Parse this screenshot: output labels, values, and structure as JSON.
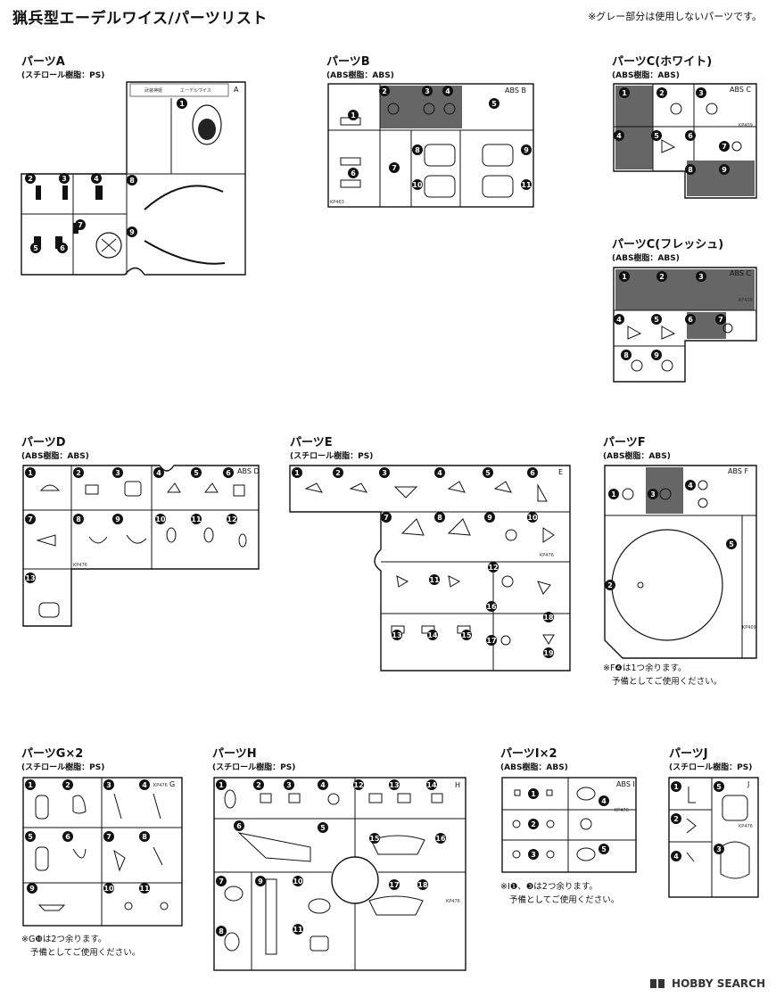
{
  "page": {
    "title": "猟兵型エーデルワイス/パーツリスト",
    "note": "※グレー部分は使用しないパーツです。",
    "footer": "HOBBY SEARCH"
  },
  "sections": [
    {
      "id": "A",
      "title": "パーツA",
      "material": "(スチロール樹脂：PS)",
      "tag": "A",
      "brand": "武装神姫",
      "brand_sub": "エーデルワイス",
      "parts": [
        "1",
        "2",
        "3",
        "4",
        "5",
        "6",
        "7",
        "8",
        "9"
      ]
    },
    {
      "id": "B",
      "title": "パーツB",
      "material": "(ABS樹脂：ABS)",
      "tag": "ABS B",
      "kp": "KP463",
      "parts": [
        "1",
        "2",
        "3",
        "4",
        "5",
        "6",
        "7",
        "8",
        "9",
        "10",
        "11"
      ]
    },
    {
      "id": "CW",
      "title": "パーツC(ホワイト)",
      "material": "(ABS樹脂：ABS)",
      "tag": "ABS C",
      "kp": "KP409",
      "parts": [
        "1",
        "2",
        "3",
        "4",
        "5",
        "6",
        "7",
        "8",
        "9"
      ]
    },
    {
      "id": "CF",
      "title": "パーツC(フレッシュ)",
      "material": "(ABS樹脂：ABS)",
      "tag": "ABS C",
      "kp": "KP409",
      "parts": [
        "1",
        "2",
        "3",
        "4",
        "5",
        "6",
        "7",
        "8",
        "9"
      ]
    },
    {
      "id": "D",
      "title": "パーツD",
      "material": "(ABS樹脂：ABS)",
      "tag": "ABS D",
      "kp": "KP476",
      "parts": [
        "1",
        "2",
        "3",
        "4",
        "5",
        "6",
        "7",
        "8",
        "9",
        "10",
        "11",
        "12",
        "13"
      ]
    },
    {
      "id": "E",
      "title": "パーツE",
      "material": "(スチロール樹脂：PS)",
      "tag": "E",
      "kp": "KP476",
      "parts": [
        "1",
        "2",
        "3",
        "4",
        "5",
        "6",
        "7",
        "8",
        "9",
        "10",
        "11",
        "12",
        "13",
        "14",
        "15",
        "16",
        "17",
        "18",
        "19"
      ]
    },
    {
      "id": "F",
      "title": "パーツF",
      "material": "(ABS樹脂：ABS)",
      "tag": "ABS F",
      "kp": "KP409",
      "parts": [
        "1",
        "2",
        "3",
        "4",
        "5"
      ],
      "notes": [
        "※F❹は1つ余ります。",
        "予備としてご使用ください。"
      ]
    },
    {
      "id": "G",
      "title": "パーツG×2",
      "material": "(スチロール樹脂：PS)",
      "tag": "G",
      "kp": "KP476",
      "parts": [
        "1",
        "2",
        "3",
        "4",
        "5",
        "6",
        "7",
        "8",
        "9",
        "10",
        "11"
      ],
      "notes": [
        "※G❿は2つ余ります。",
        "予備としてご使用ください。"
      ]
    },
    {
      "id": "H",
      "title": "パーツH",
      "material": "(スチロール樹脂：PS)",
      "tag": "H",
      "kp": "KP476",
      "parts": [
        "1",
        "2",
        "3",
        "4",
        "5",
        "6",
        "7",
        "8",
        "9",
        "10",
        "11",
        "12",
        "13",
        "14",
        "15",
        "16",
        "17",
        "18"
      ]
    },
    {
      "id": "I",
      "title": "パーツI×2",
      "material": "(ABS樹脂：ABS)",
      "tag": "ABS I",
      "kp": "KP476",
      "parts": [
        "1",
        "2",
        "3",
        "4",
        "5"
      ],
      "notes": [
        "※I❶、❸は2つ余ります。",
        "予備としてご使用ください。"
      ]
    },
    {
      "id": "J",
      "title": "パーツJ",
      "material": "(スチロール樹脂：PS)",
      "tag": "J",
      "kp": "KP476",
      "parts": [
        "1",
        "2",
        "3",
        "4",
        "5"
      ]
    }
  ]
}
